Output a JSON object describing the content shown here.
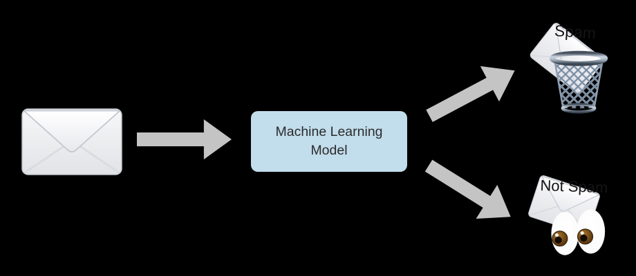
{
  "diagram_title": "email spam classification flow",
  "model_node": {
    "label_line1": "Machine Learning",
    "label_line2": "Model"
  },
  "input": {
    "icon": "envelope-icon"
  },
  "outputs": [
    {
      "label": "Spam",
      "icons": [
        "envelope-icon",
        "wastebasket-icon"
      ]
    },
    {
      "label": "Not Spam",
      "icons": [
        "envelope-icon",
        "eyes-icon"
      ]
    }
  ],
  "arrows": [
    {
      "name": "input-to-model",
      "direction": "right"
    },
    {
      "name": "model-to-spam",
      "direction": "up-right"
    },
    {
      "name": "model-to-not-spam",
      "direction": "down-right"
    }
  ],
  "colors": {
    "background": "#000000",
    "model_box_fill": "#c2ddec",
    "model_box_text": "#2b2b2b",
    "arrow": "#c4c4c4",
    "label_text": "#141414"
  }
}
